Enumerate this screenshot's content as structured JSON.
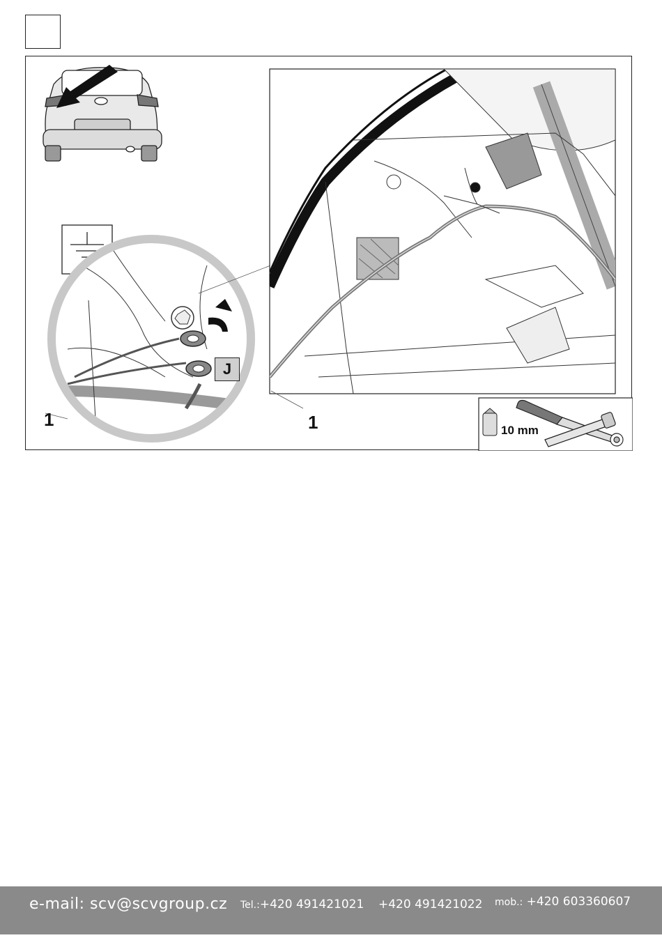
{
  "callouts": {
    "left_number": "1",
    "right_number": "1"
  },
  "badge": {
    "label": "J"
  },
  "tool": {
    "size_label": "10 mm"
  },
  "footer": {
    "email": "e-mail: scv@scvgroup.cz",
    "tel_prefix": "Tel.:",
    "tel1": "+420 491421021",
    "tel2": "+420 491421022",
    "mob_prefix": "mob.:",
    "mob": "+420 603360607"
  },
  "colors": {
    "footer_bg": "#8a8a8b",
    "ink": "#111111",
    "ring": "#c8c8c8"
  },
  "icons": [
    "ground-symbol-icon",
    "arrow-icon",
    "socket-icon",
    "ratchet-icon",
    "extension-bar-icon"
  ]
}
